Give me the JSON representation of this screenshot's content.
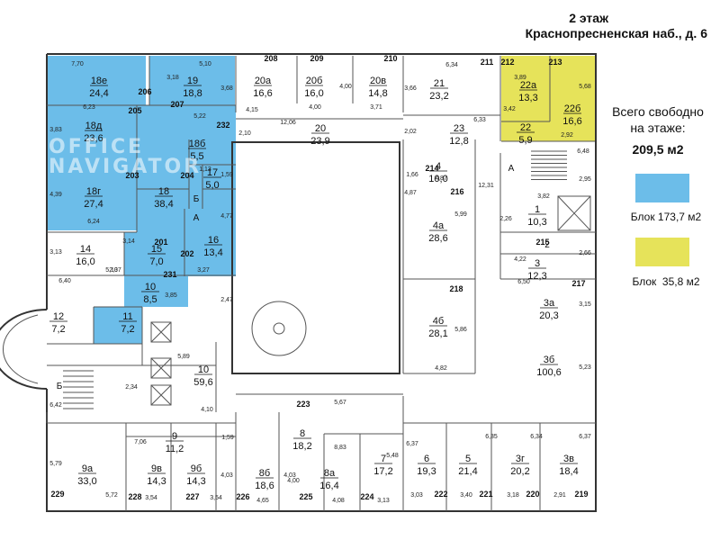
{
  "header": {
    "floor": "2 этаж",
    "address": "Краснопресненская наб., д. 6"
  },
  "summary": {
    "line1": "Всего свободно",
    "line2": "на этаже:",
    "total": "209,5 м2"
  },
  "legend": [
    {
      "label": "Блок 173,7 м2",
      "color": "#6cbde9"
    },
    {
      "label": "Блок  35,8 м2",
      "color": "#e6e35a"
    }
  ],
  "watermark": {
    "line1": "OFFICE",
    "line2": "NAVIGATOR"
  },
  "colors": {
    "blue": "#6cbde9",
    "yellow": "#e6e35a",
    "wall": "#333333"
  },
  "rooms": [
    {
      "id": "18e",
      "num": "18е",
      "area": "24,4"
    },
    {
      "id": "19",
      "num": "19",
      "area": "18,8"
    },
    {
      "id": "20a",
      "num": "20а",
      "area": "16,6"
    },
    {
      "id": "20b",
      "num": "20б",
      "area": "16,0"
    },
    {
      "id": "20v",
      "num": "20в",
      "area": "14,8"
    },
    {
      "id": "21",
      "num": "21",
      "area": "23,2"
    },
    {
      "id": "22a",
      "num": "22а",
      "area": "13,3"
    },
    {
      "id": "22b",
      "num": "22б",
      "area": "16,6"
    },
    {
      "id": "22",
      "num": "22",
      "area": "5,9"
    },
    {
      "id": "18d",
      "num": "18д",
      "area": "23,6"
    },
    {
      "id": "20",
      "num": "20",
      "area": "23,9"
    },
    {
      "id": "23",
      "num": "23",
      "area": "12,8"
    },
    {
      "id": "18b",
      "num": "18б",
      "area": "5,5"
    },
    {
      "id": "17",
      "num": "17",
      "area": "5,0"
    },
    {
      "id": "4",
      "num": "4",
      "area": "10,0"
    },
    {
      "id": "18g",
      "num": "18г",
      "area": "27,4"
    },
    {
      "id": "18",
      "num": "18",
      "area": "38,4"
    },
    {
      "id": "1",
      "num": "1",
      "area": "10,3"
    },
    {
      "id": "4a",
      "num": "4а",
      "area": "28,6"
    },
    {
      "id": "14",
      "num": "14",
      "area": "16,0"
    },
    {
      "id": "16",
      "num": "16",
      "area": "13,4"
    },
    {
      "id": "15",
      "num": "15",
      "area": "7,0"
    },
    {
      "id": "3",
      "num": "3",
      "area": "12,3"
    },
    {
      "id": "10r",
      "num": "10",
      "area": "8,5"
    },
    {
      "id": "3a",
      "num": "3а",
      "area": "20,3"
    },
    {
      "id": "12",
      "num": "12",
      "area": "7,2"
    },
    {
      "id": "11",
      "num": "11",
      "area": "7,2"
    },
    {
      "id": "4b",
      "num": "4б",
      "area": "28,1"
    },
    {
      "id": "10c",
      "num": "10",
      "area": "59,6"
    },
    {
      "id": "3b",
      "num": "3б",
      "area": "100,6"
    },
    {
      "id": "8",
      "num": "8",
      "area": "18,2"
    },
    {
      "id": "9",
      "num": "9",
      "area": "11,2"
    },
    {
      "id": "9a",
      "num": "9а",
      "area": "33,0"
    },
    {
      "id": "9v",
      "num": "9в",
      "area": "14,3"
    },
    {
      "id": "9b",
      "num": "9б",
      "area": "14,3"
    },
    {
      "id": "8b",
      "num": "8б",
      "area": "18,6"
    },
    {
      "id": "8a",
      "num": "8а",
      "area": "16,4"
    },
    {
      "id": "7",
      "num": "7",
      "area": "17,2"
    },
    {
      "id": "6",
      "num": "6",
      "area": "19,3"
    },
    {
      "id": "5",
      "num": "5",
      "area": "21,4"
    },
    {
      "id": "3g",
      "num": "3г",
      "area": "20,2"
    },
    {
      "id": "3v",
      "num": "3в",
      "area": "18,4"
    }
  ],
  "room_codes": [
    "208",
    "209",
    "210",
    "211",
    "212",
    "213",
    "206",
    "207",
    "205",
    "232",
    "218",
    "214",
    "216",
    "203",
    "204",
    "215",
    "217",
    "201",
    "202",
    "231",
    "223",
    "229",
    "228",
    "227",
    "226",
    "225",
    "224",
    "222",
    "221",
    "220",
    "219"
  ],
  "dims": [
    "7,70",
    "5,10",
    "3,18",
    "3,68",
    "4,15",
    "4,00",
    "4,00",
    "3,71",
    "6,34",
    "3,66",
    "3,89",
    "5,68",
    "6,23",
    "5,22",
    "12,06",
    "3,42",
    "2,92",
    "3,83",
    "2,10",
    "6,33",
    "2,02",
    "6,48",
    "1,66",
    "4,87",
    "1,13",
    "1,59",
    "12,31",
    "3,82",
    "4,87",
    "4,39",
    "6,24",
    "2,95",
    "5,99",
    "2,26",
    "4,77",
    "3,14",
    "3,13",
    "5,10",
    "2,37",
    "3,27",
    "4,22",
    "2,66",
    "6,50",
    "6,40",
    "3,85",
    "2,47",
    "3,15",
    "5,89",
    "5,86",
    "5,23",
    "2,34",
    "4,82",
    "6,42",
    "4,10",
    "5,67",
    "1,59",
    "8,83",
    "7,06",
    "6,37",
    "6,35",
    "6,34",
    "6,37",
    "5,79",
    "4,03",
    "5,48",
    "4,00",
    "4,03",
    "5,72",
    "3,54",
    "3,54",
    "4,65",
    "4,08",
    "3,13",
    "3,03",
    "3,40",
    "3,18",
    "2,91"
  ],
  "marks": [
    "Б",
    "А",
    "Б",
    "А",
    "2"
  ]
}
